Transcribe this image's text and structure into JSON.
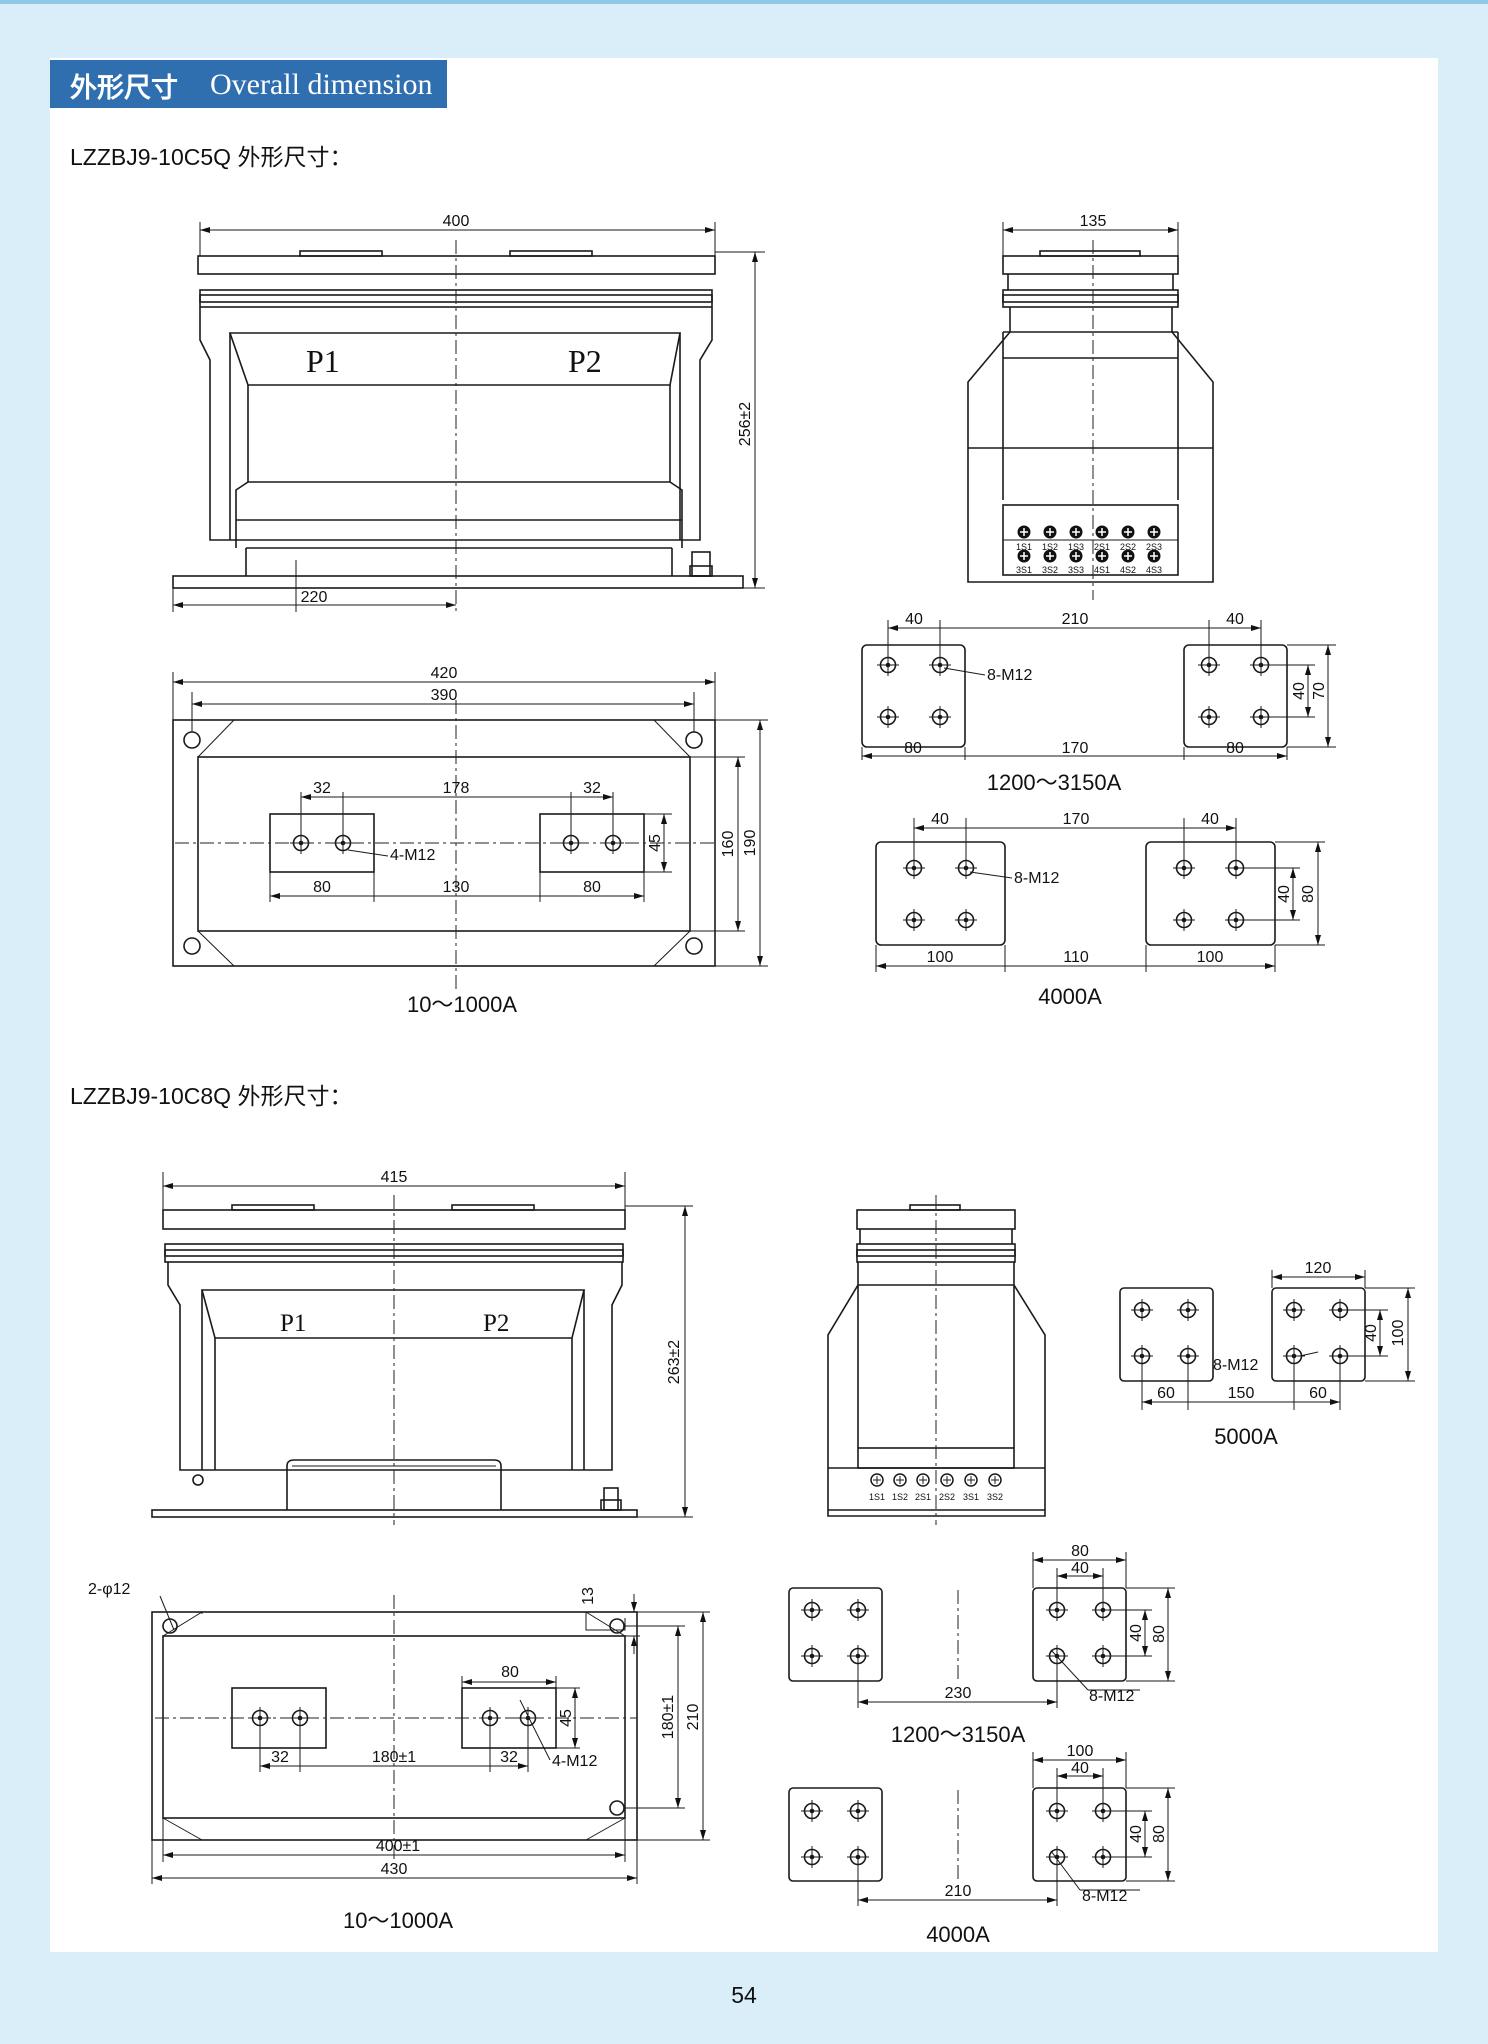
{
  "header": {
    "title_cn": "外形尺寸",
    "title_en": "Overall dimension"
  },
  "section1": {
    "model_title": "LZZBJ9-10C5Q 外形尺寸：",
    "front": {
      "w": "400",
      "h": "256±2",
      "base": "220",
      "p1": "P1",
      "p2": "P2"
    },
    "side": {
      "w": "135",
      "terminals_top": [
        "1S1",
        "1S2",
        "1S3",
        "2S1",
        "2S2",
        "2S3"
      ],
      "terminals_bottom": [
        "3S1",
        "3S2",
        "3S3",
        "4S1",
        "4S2",
        "4S3"
      ]
    },
    "plan": {
      "d420": "420",
      "d390": "390",
      "d32a": "32",
      "d178": "178",
      "d32b": "32",
      "d45": "45",
      "d80a": "80",
      "d130": "130",
      "d80b": "80",
      "d160": "160",
      "d190": "190",
      "bolt": "4-M12",
      "caption": "10～1000A"
    },
    "plate_a": {
      "d40a": "40",
      "d210": "210",
      "d40b": "40",
      "d80a": "80",
      "d170": "170",
      "d80b": "80",
      "d40v": "40",
      "d70": "70",
      "bolt": "8-M12",
      "caption": "1200～3150A"
    },
    "plate_b": {
      "d40a": "40",
      "d170": "170",
      "d40b": "40",
      "d100a": "100",
      "d110": "110",
      "d100b": "100",
      "d40v": "40",
      "d80": "80",
      "bolt": "8-M12",
      "caption": "4000A"
    }
  },
  "section2": {
    "model_title": "LZZBJ9-10C8Q 外形尺寸：",
    "front": {
      "w": "415",
      "h": "263±2",
      "p1": "P1",
      "p2": "P2"
    },
    "side": {
      "terminals": [
        "1S1",
        "1S2",
        "2S1",
        "2S2",
        "3S1",
        "3S2"
      ]
    },
    "plate5000": {
      "d120": "120",
      "d40": "40",
      "d100": "100",
      "d60a": "60",
      "d150": "150",
      "d60b": "60",
      "bolt": "8-M12",
      "caption": "5000A"
    },
    "plan": {
      "hole": "2-φ12",
      "d13": "13",
      "d80": "80",
      "d45": "45",
      "d32a": "32",
      "d180": "180±1",
      "d32b": "32",
      "bolt": "4-M12",
      "d400": "400±1",
      "d430": "430",
      "d180v": "180±1",
      "d210": "210",
      "caption": "10～1000A"
    },
    "plate_a": {
      "d80": "80",
      "d40": "40",
      "d40v": "40",
      "d80v": "80",
      "d230": "230",
      "bolt": "8-M12",
      "caption": "1200～3150A"
    },
    "plate_b": {
      "d100": "100",
      "d40": "40",
      "d40v": "40",
      "d80v": "80",
      "d210": "210",
      "bolt": "8-M12",
      "caption": "4000A"
    }
  },
  "page_number": "54"
}
